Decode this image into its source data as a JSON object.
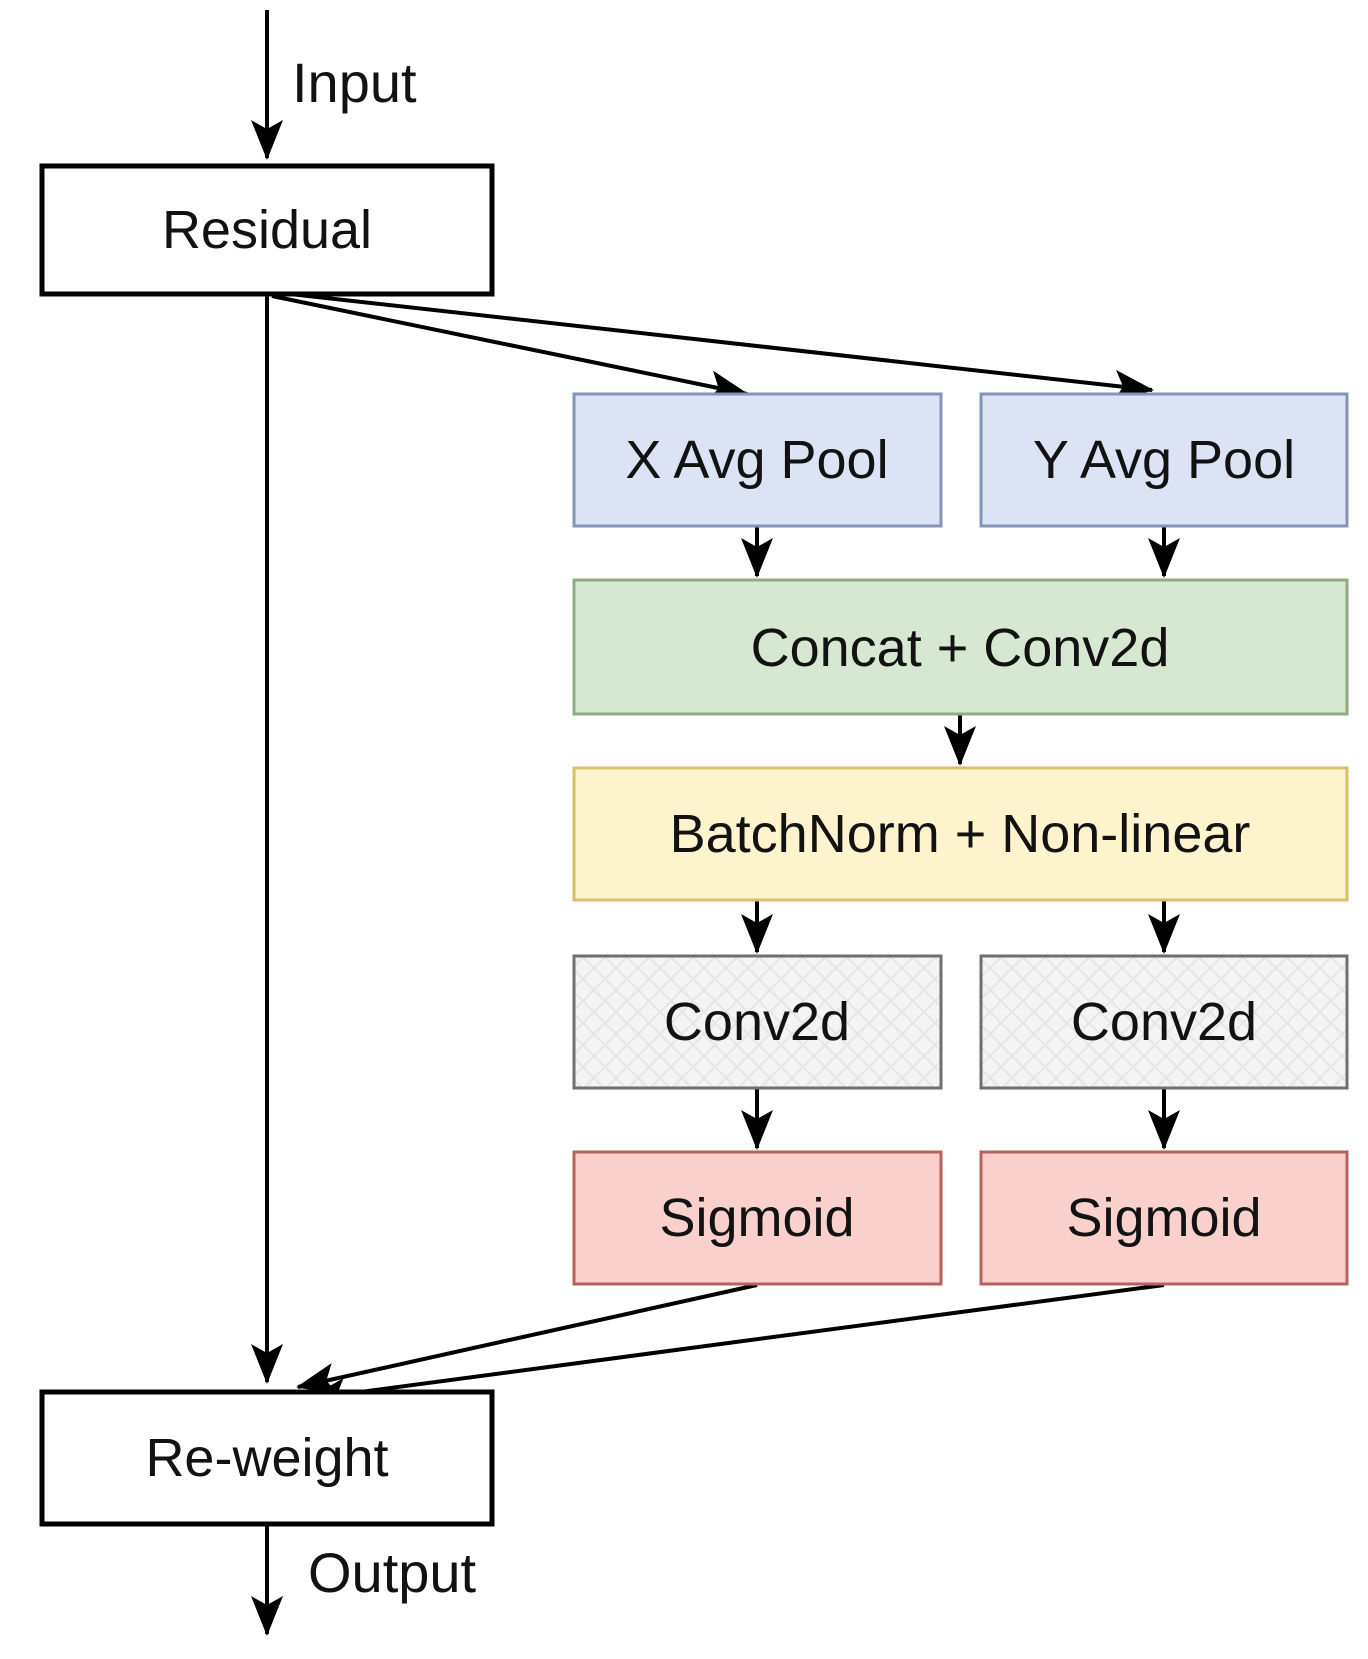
{
  "diagram": {
    "background": "#ffffff",
    "line_color": "#000000",
    "text_color": "#121212",
    "hatch_color": "#e6e6e6",
    "labels": {
      "input": "Input",
      "output": "Output"
    },
    "nodes": {
      "residual": {
        "label": "Residual",
        "fill": "#ffffff",
        "stroke": "#000000"
      },
      "x_avg_pool": {
        "label": "X Avg Pool",
        "fill": "#dbe3f5",
        "stroke": "#8494b5"
      },
      "y_avg_pool": {
        "label": "Y Avg Pool",
        "fill": "#dbe3f5",
        "stroke": "#8494b5"
      },
      "concat_conv2d": {
        "label": "Concat + Conv2d",
        "fill": "#d7e8d2",
        "stroke": "#8fab83"
      },
      "batchnorm_nonlinear": {
        "label": "BatchNorm + Non-linear",
        "fill": "#fdf3cd",
        "stroke": "#dcc068"
      },
      "conv2d_left": {
        "label": "Conv2d",
        "fill": "#f4f4f4",
        "stroke": "#6f6f6f"
      },
      "conv2d_right": {
        "label": "Conv2d",
        "fill": "#f4f4f4",
        "stroke": "#6f6f6f"
      },
      "sigmoid_left": {
        "label": "Sigmoid",
        "fill": "#f9d0cc",
        "stroke": "#b8625c"
      },
      "sigmoid_right": {
        "label": "Sigmoid",
        "fill": "#f9d0cc",
        "stroke": "#b8625c"
      },
      "reweight": {
        "label": "Re-weight",
        "fill": "#ffffff",
        "stroke": "#000000"
      }
    }
  }
}
